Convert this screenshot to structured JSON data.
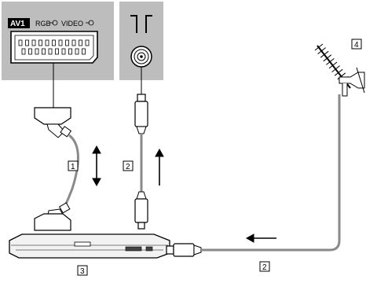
{
  "panel": {
    "av_label": "AV1",
    "rgb_label": "RGB",
    "video_label": "VIDEO",
    "antenna_symbol": "ℸ"
  },
  "callouts": {
    "scart_cable": "1",
    "rf_cable_top": "2",
    "recorder": "3",
    "aerial": "4",
    "rf_cable_bottom": "2"
  },
  "colors": {
    "panel_gray": "#bdbdbd",
    "cable_gray": "#8a8a8a",
    "line_black": "#000000"
  }
}
